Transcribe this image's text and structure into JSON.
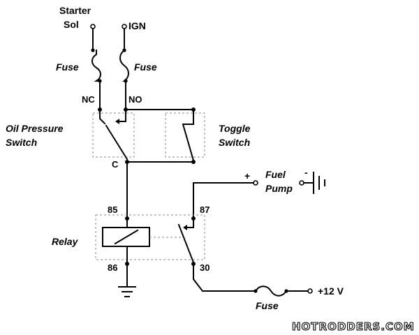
{
  "labels": {
    "starter_line1": "Starter",
    "starter_line2": "Sol",
    "ign": "IGN",
    "fuse_left": "Fuse",
    "fuse_right": "Fuse",
    "nc": "NC",
    "no": "NO",
    "oil_line1": "Oil Pressure",
    "oil_line2": "Switch",
    "toggle_line1": "Toggle",
    "toggle_line2": "Switch",
    "c": "C",
    "plus": "+",
    "minus": "-",
    "fuel_line1": "Fuel",
    "fuel_line2": "Pump",
    "pin85": "85",
    "pin87": "87",
    "relay": "Relay",
    "pin86": "86",
    "pin30": "30",
    "fuse_bottom": "Fuse",
    "v12": "+12 V"
  },
  "watermark": "HOTRODDERS.COM"
}
